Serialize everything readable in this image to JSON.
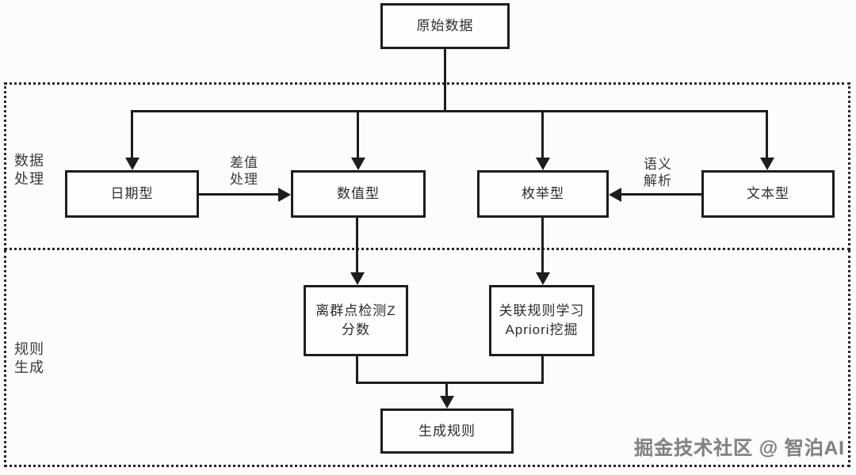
{
  "diagram": {
    "nodes": {
      "source": {
        "label": "原始数据"
      },
      "date": {
        "label": "日期型"
      },
      "numeric": {
        "label": "数值型"
      },
      "enum": {
        "label": "枚举型"
      },
      "text": {
        "label": "文本型"
      },
      "outlier": {
        "label": "离群点检测Z\n分数"
      },
      "apriori": {
        "label": "关联规则学习\nApriori挖掘"
      },
      "result": {
        "label": "生成规则"
      }
    },
    "edge_labels": {
      "diff": "差值\n处理",
      "semantic": "语义\n解析"
    },
    "regions": {
      "processing": {
        "label": "数据\n处理"
      },
      "generation": {
        "label": "规则\n生成"
      }
    },
    "watermark": "掘金技术社区 @ 智泊AI",
    "colors": {
      "line": "#1d1d1d",
      "region_border": "#262626",
      "node_text": "#2b2b2b",
      "watermark": "#808080",
      "background": "#fcfcfc"
    }
  }
}
